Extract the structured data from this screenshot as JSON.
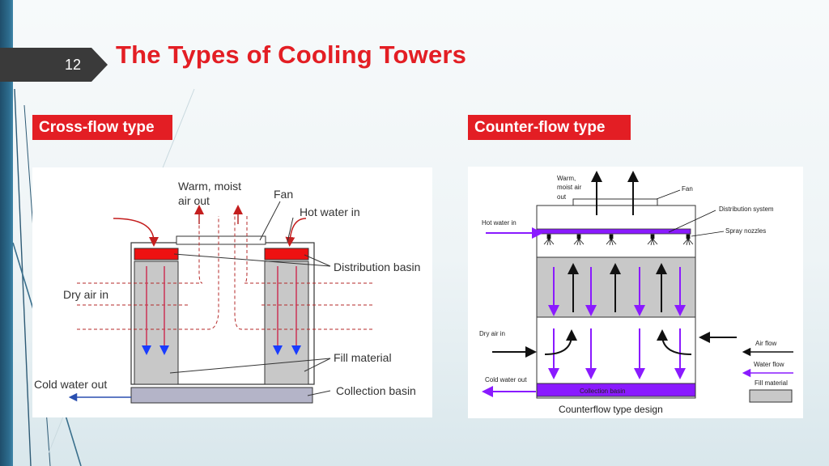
{
  "slide": {
    "number": "12",
    "title": "The Types of Cooling Towers"
  },
  "cross_flow": {
    "label": "Cross-flow type",
    "annotations": {
      "warm_air_line1": "Warm, moist",
      "warm_air_line2": "air out",
      "fan": "Fan",
      "hot_water_in": "Hot water in",
      "distribution_basin": "Distribution basin",
      "dry_air_in": "Dry air in",
      "fill_material": "Fill material",
      "cold_water_out": "Cold water out",
      "collection_basin": "Collection basin"
    }
  },
  "counter_flow": {
    "label": "Counter-flow type",
    "annotations": {
      "warm_air_line1": "Warm,",
      "warm_air_line2": "moist air",
      "warm_air_line3": "out",
      "fan": "Fan",
      "distribution_system": "Distribution system",
      "hot_water_in": "Hot water in",
      "spray_nozzles": "Spray nozzles",
      "dry_air_in": "Dry air in",
      "cold_water_out": "Cold water out",
      "collection_basin": "Collection basin",
      "caption": "Counterflow type design"
    },
    "legend": {
      "air_flow": "Air flow",
      "water_flow": "Water flow",
      "fill_material": "Fill material"
    }
  },
  "colors": {
    "accent_red": "#e31e24",
    "water_blue": "#1a3cff",
    "water_purple": "#8a1aff",
    "fill_gray": "#c8c8c8",
    "basin_gray": "#b4b4c8"
  }
}
